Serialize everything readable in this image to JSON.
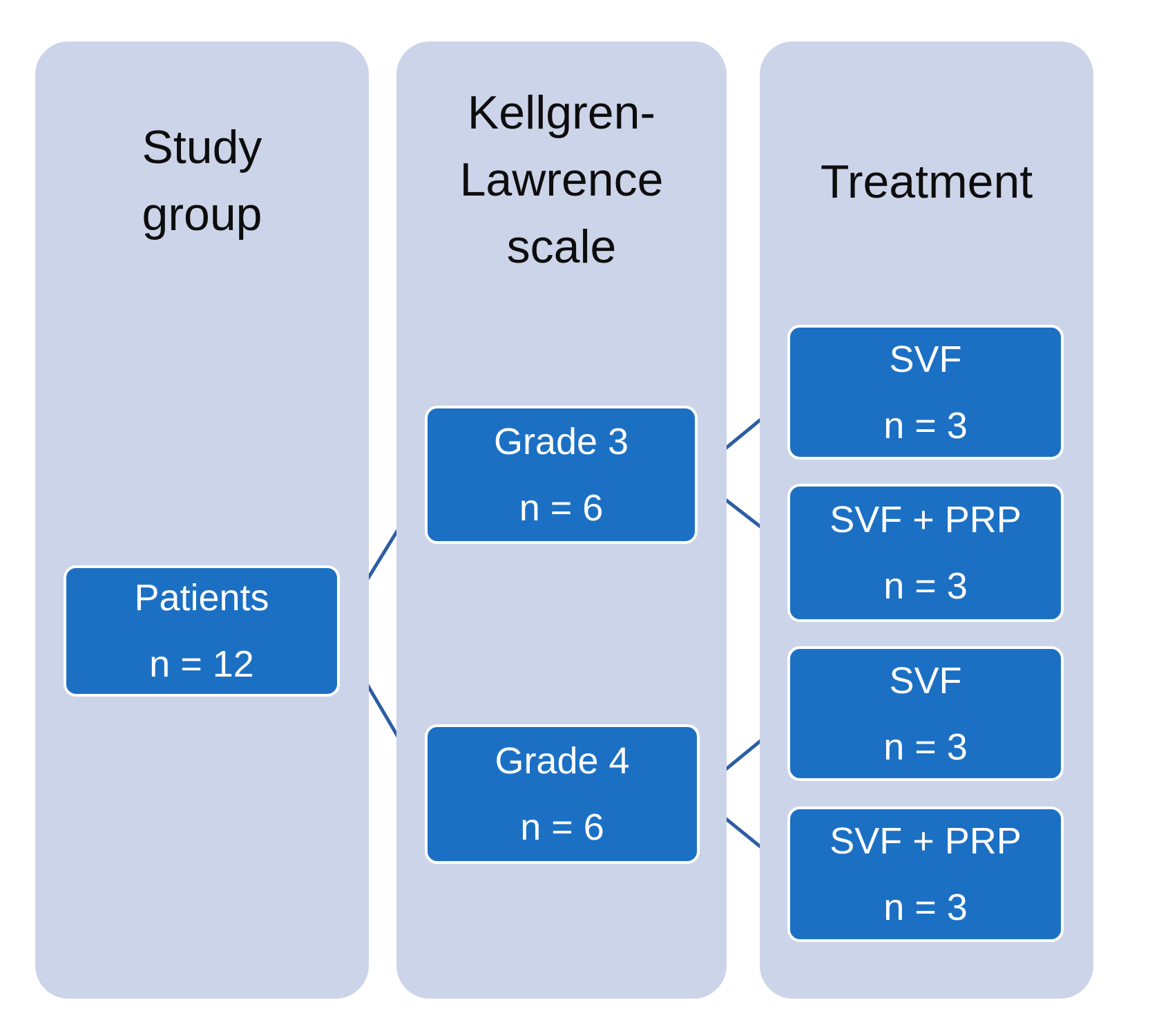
{
  "figure": {
    "description": "Study design flow diagram",
    "colors": {
      "page_bg": "#ffffff",
      "column_bg": "#ccd4e9",
      "box_bg": "#1b70c4",
      "box_border": "#ffffff",
      "connector": "#2c5da4",
      "title_text": "#0d0d0d",
      "box_text": "#ffffff"
    },
    "columns": [
      {
        "title": "Study group",
        "title_lines": [
          "Study",
          "group"
        ],
        "boxes": [
          {
            "label": "Patients",
            "count": "n = 12"
          }
        ]
      },
      {
        "title": "Kellgren-Lawrence scale",
        "title_lines": [
          "Kellgren-",
          "Lawrence",
          "scale"
        ],
        "boxes": [
          {
            "label": "Grade 3",
            "count": "n = 6"
          },
          {
            "label": "Grade 4",
            "count": "n = 6"
          }
        ]
      },
      {
        "title": "Treatment",
        "title_lines": [
          "Treatment"
        ],
        "boxes": [
          {
            "label": "SVF",
            "count": "n = 3"
          },
          {
            "label": "SVF + PRP",
            "count": "n = 3"
          },
          {
            "label": "SVF",
            "count": "n = 3"
          },
          {
            "label": "SVF + PRP",
            "count": "n = 3"
          }
        ]
      }
    ],
    "edges": [
      {
        "from": "Patients",
        "to": "Grade 3"
      },
      {
        "from": "Patients",
        "to": "Grade 4"
      },
      {
        "from": "Grade 3",
        "to": "SVF (n = 3)"
      },
      {
        "from": "Grade 3",
        "to": "SVF + PRP (n = 3)"
      },
      {
        "from": "Grade 4",
        "to": "SVF (n = 3)"
      },
      {
        "from": "Grade 4",
        "to": "SVF + PRP (n = 3)"
      }
    ]
  }
}
